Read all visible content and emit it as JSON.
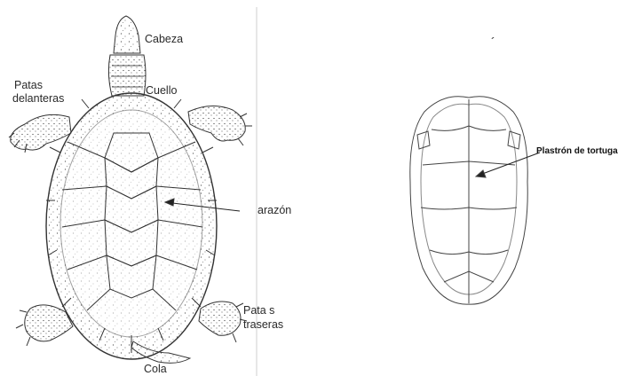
{
  "left_figure": {
    "labels": {
      "head": "Cabeza",
      "neck": "Cuello",
      "front_legs_line1": "Patas",
      "front_legs_line2": "delanteras",
      "carapace": "arazón",
      "back_legs_line1": "Pata s",
      "back_legs_line2": "traseras",
      "tail": "Cola"
    }
  },
  "right_figure": {
    "labels": {
      "plastron": "Plastrón de tortuga",
      "stray_mark": "´"
    }
  }
}
